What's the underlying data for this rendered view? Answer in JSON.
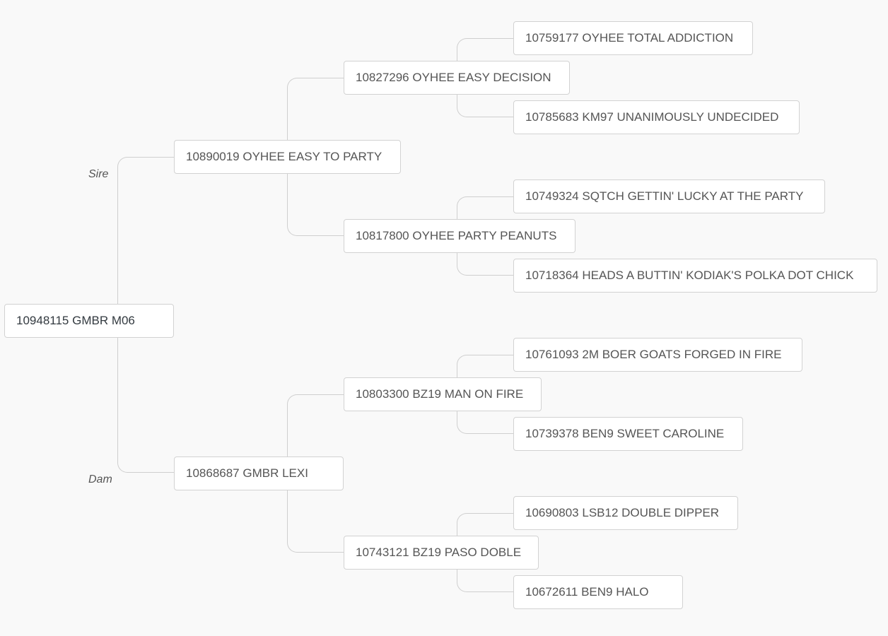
{
  "pedigree": {
    "root": {
      "label": "10948115 GMBR M06"
    },
    "sire_label": "Sire",
    "dam_label": "Dam",
    "sire": {
      "label": "10890019 OYHEE EASY TO PARTY",
      "sire": {
        "label": "10827296 OYHEE EASY DECISION",
        "sire": {
          "label": "10759177 OYHEE TOTAL ADDICTION"
        },
        "dam": {
          "label": "10785683 KM97 UNANIMOUSLY UNDECIDED"
        }
      },
      "dam": {
        "label": "10817800 OYHEE PARTY PEANUTS",
        "sire": {
          "label": "10749324 SQTCH GETTIN' LUCKY AT THE PARTY"
        },
        "dam": {
          "label": "10718364 HEADS A BUTTIN' KODIAK'S POLKA DOT CHICK"
        }
      }
    },
    "dam": {
      "label": "10868687 GMBR LEXI",
      "sire": {
        "label": "10803300 BZ19 MAN ON FIRE",
        "sire": {
          "label": "10761093 2M BOER GOATS FORGED IN FIRE"
        },
        "dam": {
          "label": "10739378 BEN9 SWEET CAROLINE"
        }
      },
      "dam": {
        "label": "10743121 BZ19 PASO DOBLE",
        "sire": {
          "label": "10690803 LSB12 DOUBLE DIPPER"
        },
        "dam": {
          "label": "10672611 BEN9 HALO"
        }
      }
    }
  }
}
